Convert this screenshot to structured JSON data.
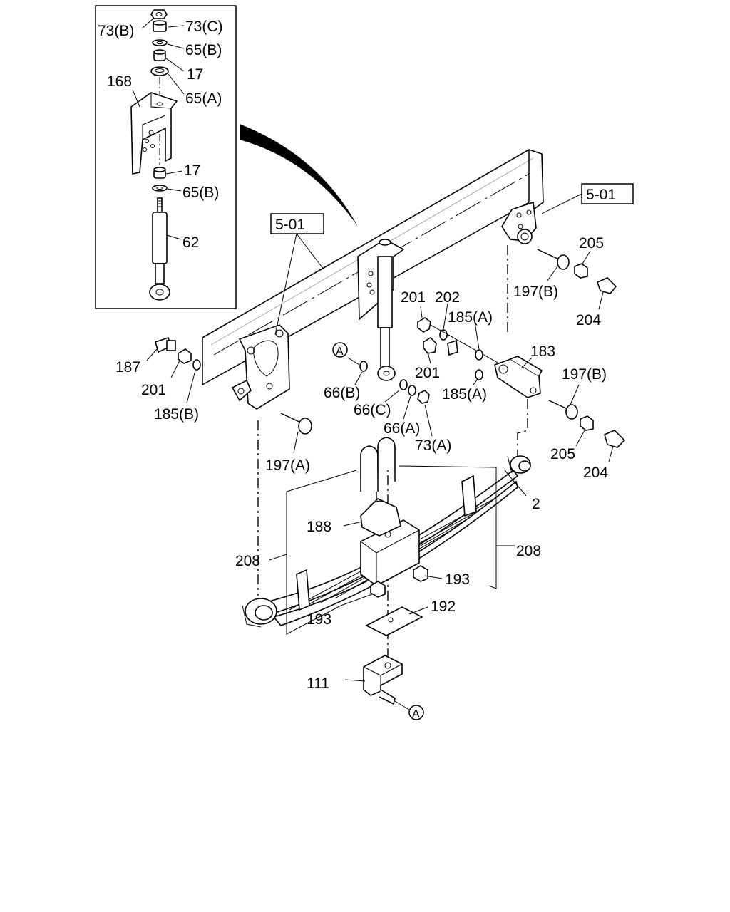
{
  "diagram": {
    "labels": {
      "l73b": "73(B)",
      "l73c": "73(C)",
      "l65b_top": "65(B)",
      "l17_top": "17",
      "l168": "168",
      "l65a": "65(A)",
      "l17_bot": "17",
      "l65b_bot": "65(B)",
      "l62": "62",
      "l187": "187",
      "l201_left": "201",
      "l185b": "185(B)",
      "l197a": "197(A)",
      "l66b": "66(B)",
      "l66c": "66(C)",
      "l66a": "66(A)",
      "l73a": "73(A)",
      "l201_mid_top": "201",
      "l202": "202",
      "l185a_top": "185(A)",
      "l201_mid_bot": "201",
      "l185a_bot": "185(A)",
      "l183": "183",
      "l197b_top": "197(B)",
      "l197b_bot": "197(B)",
      "l205_top": "205",
      "l204_top": "204",
      "l205_bot": "205",
      "l204_bot": "204",
      "l2": "2",
      "l188": "188",
      "l208_left": "208",
      "l208_right": "208",
      "l193_right": "193",
      "l193_left": "193",
      "l192": "192",
      "l111": "111"
    },
    "refs": {
      "ref_left": "5-01",
      "ref_right": "5-01"
    },
    "circle_refs": {
      "a_top": "A",
      "a_bottom": "A"
    }
  }
}
